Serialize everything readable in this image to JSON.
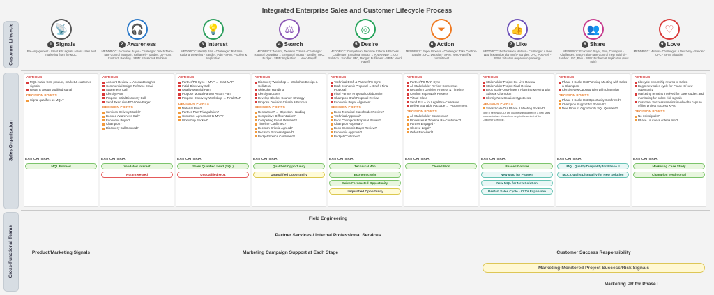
{
  "title": "Integrated Enterprise Sales and Customer Lifecycle Process",
  "bands": {
    "customer_lifecycle": "Customer Lifecycle",
    "sales_organization": "Sales Organization",
    "cross_functional": "Cross-Functional Teams"
  },
  "stages": [
    {
      "num": "1",
      "name": "Signals",
      "icon": "signal-tower-icon",
      "glyph": "📡",
      "color": "#555555",
      "desc": "Pre-engagement - Intent & fit signals across sales and marketing from the MQL."
    },
    {
      "num": "2",
      "name": "Awareness",
      "icon": "headset-person-icon",
      "glyph": "🎧",
      "color": "#2a78c8",
      "desc": "MEDDPICC: Economic Buyer - Challenger: Teach-Tailor-Take Control (Maintain, Reframe) - Sandler: Up-Front Contract, Bonding - SPIN: Situation & Problem"
    },
    {
      "num": "3",
      "name": "Interest",
      "icon": "lightbulb-icon",
      "glyph": "💡",
      "color": "#2e9f5e",
      "desc": "MEDDPICC: Identify Pain - Challenger: Reframe → Rational Drowning - Sandler: Pain - SPIN: Problem & Implication"
    },
    {
      "num": "4",
      "name": "Search",
      "icon": "scales-icon",
      "glyph": "⚖",
      "color": "#8a55b5",
      "desc": "MEDDPICC: Metrics, Decision Criteria - Challenger: Rational Drowning → Emotional Impact - Sandler: UFC, Budget - SPIN: Implication → Need-Payoff"
    },
    {
      "num": "5",
      "name": "Desire",
      "icon": "target-icon",
      "glyph": "◎",
      "color": "#25a35a",
      "desc": "MEDDPICC: Competition, Decision Criteria & Process - Challenger: Emotional Impact → A New Way → Our Solution - Sandler: UFC, Budget, Fulfillment - SPIN: Need-Payoff"
    },
    {
      "num": "6",
      "name": "Action",
      "icon": "funnel-icon",
      "glyph": "⏷",
      "color": "#ef7a22",
      "desc": "MEDDPICC: Paper Process - Challenger: Take Control - Sandler: UFC, Decision - SPIN: Need-Payoff & commitment"
    },
    {
      "num": "7",
      "name": "Like",
      "icon": "thumbs-up-icon",
      "glyph": "👍",
      "color": "#6b4fb8",
      "desc": "MEDDPICC: Performance Metrics - Challenger: A New Way (expansion planning) - Sandler: UFC, Post-Sell - SPIN: Situation (expansion planning)"
    },
    {
      "num": "8",
      "name": "Share",
      "icon": "people-share-icon",
      "glyph": "👥",
      "color": "#c63c8e",
      "desc": "MEDDPICC: Economic Buyer, Pain, Champion - Challenger: Teach-Tailor-Take Control (new insight) - Sandler: UFC, Pain - SPIN: Problem & Implication (new pain)"
    },
    {
      "num": "9",
      "name": "Love",
      "icon": "heart-icon",
      "glyph": "♡",
      "color": "#d93a3a",
      "desc": "MEDDPICC: Metrics - Challenger: A New Way - Sandler: UFC - SPIN: Situation"
    }
  ],
  "labels": {
    "actions": "ACTIONS",
    "decision_points": "DECISION POINTS",
    "exit_criteria": "EXIT CRITERIA"
  },
  "columns": [
    {
      "actions": [
        "MQL intake from product, market & customer signals",
        "Route & assign qualified signal"
      ],
      "decisions": [
        "Signal qualifies as MQL?"
      ],
      "note": ""
    },
    {
      "actions": [
        "Account Review → Account Insights",
        "Commercial Insight Reframe Email",
        "Awareness Call",
        "Identify Pain",
        "Propose Initial Discovery Call",
        "Send Executive POV One-Pager"
      ],
      "decisions": [
        "Services Delivery Model?",
        "Booked Awareness Call?",
        "Economic Buyer?",
        "Champion?",
        "Discovery Call Booked?"
      ],
      "note": ""
    },
    {
      "actions": [
        "Partner/PS Sync + MAP → Draft MAP",
        "Initial Discovery Call",
        "Qualify Material Pain",
        "Propose Mutual Partner Action Plan",
        "Propose Discovery Workshop → Final MAP"
      ],
      "decisions": [
        "Material Pain?",
        "Partner Pain Triangulation?",
        "Customer Agreement to MAP?",
        "Workshop Booked?"
      ],
      "note": ""
    },
    {
      "actions": [
        "Discovery Workshop → Workshop Design & Collateral",
        "Objection Handling",
        "Identify Blockers",
        "Develop Blocker Counter-Strategy",
        "Propose Decision Criteria & Process"
      ],
      "decisions": [
        "Resistance? → Objection Handling",
        "Competitive Differentiation?",
        "Compelling Event Identified?",
        "Timeline Confirmed?",
        "Decision Criteria Agreed?",
        "Decision Process Agreed?",
        "Budget Source Confirmed?"
      ],
      "note": ""
    },
    {
      "actions": [
        "Technical Draft & Partner/PS Sync",
        "Draft Economic Proposal → Draft / Final Proposal",
        "Final Partner Proposal Collaboration",
        "Champion Draft Proposal Review",
        "Economic Buyer Alignment"
      ],
      "decisions": [
        "Book Technical Stakeholder Review?",
        "Technical Approval?",
        "Book Champion Proposal Review?",
        "Champion Approval?",
        "Book Economic Buyer Review?",
        "Economic Approval?",
        "Budget Confirmed?"
      ],
      "note": ""
    },
    {
      "actions": [
        "Partner/PS MAP Sync",
        "All Stakeholder Review Consensus",
        "Reconfirm Decision Process & Timeline",
        "Confirm Paperwork Process",
        "Virtual Close",
        "Send EULA for Legal Pre-Clearance",
        "Deliver Signable Package → Procurement"
      ],
      "decisions": [
        "All Stakeholder Consensus?",
        "Processes & Timeline Re-Confirmed?",
        "Partner Engaged?",
        "Cleared Legal?",
        "Order Received?"
      ],
      "note": ""
    },
    {
      "actions": [
        "Stakeholder Project Go-Live Review",
        "Stakeholder Project Final Review",
        "Book Scale-Out/Phase II Planning Meeting with Sales & Champion",
        "Identify New Solution Hypothesis"
      ],
      "decisions": [
        "Sales Scale-Out Phase II Meeting Booked?"
      ],
      "note": "Note: The new MQLs are qualified/disqualified in a new sales process but are shown here only in the context of the Customer Lifecycle."
    },
    {
      "actions": [
        "Phase II Scale-Out Planning Meeting with Sales & Champion",
        "Identify New Opportunities with Champion"
      ],
      "decisions": [
        "Phase II Scale-Out Opportunity Confirmed?",
        "Champion Support for Phase II?",
        "New Product Opportunity SQL Qualified?"
      ],
      "note": ""
    },
    {
      "actions": [
        "Lifecycle ownership returns to Sales",
        "Begin new sales cycle for Phase II / new opportunity",
        "Marketing remains involved for case studies and monitoring for online risk signals",
        "Customer Success remains involved to capture offline project success KPIs"
      ],
      "decisions": [
        "No risk signals?",
        "Phase I success criteria met?"
      ],
      "note": ""
    }
  ],
  "exit_criteria": [
    [
      {
        "text": "MQL Formed",
        "style": "g"
      }
    ],
    [
      {
        "text": "Validated Interest",
        "style": "g"
      },
      {
        "text": "Not Interested",
        "style": "r"
      }
    ],
    [
      {
        "text": "Sales Qualified Lead (SQL)",
        "style": "g"
      },
      {
        "text": "Unqualified MQL",
        "style": "r"
      }
    ],
    [
      {
        "text": "Qualified Opportunity",
        "style": "g"
      },
      {
        "text": "Unqualified Opportunity",
        "style": "y"
      }
    ],
    [
      {
        "text": "Technical Win",
        "style": "g"
      },
      {
        "text": "Economic Win",
        "style": "g"
      },
      {
        "text": "Sales Forecasted Opportunity",
        "style": "g"
      },
      {
        "text": "Unqualified Opportunity",
        "style": "y"
      }
    ],
    [
      {
        "text": "Closed Won",
        "style": "g"
      }
    ],
    [
      {
        "text": "Phase I Go Live",
        "style": "g"
      },
      {
        "text": "New MQL for Phase II",
        "style": "t"
      },
      {
        "text": "New MQL for New Solution",
        "style": "t"
      },
      {
        "text": "Restart Sales Cycle - CLTV Expansion",
        "style": "t"
      }
    ],
    [
      {
        "text": "MQL Qualify/Disqualify for Phase II",
        "style": "t"
      },
      {
        "text": "MQL Qualify/Disqualify for New Solution",
        "style": "t"
      }
    ],
    [
      {
        "text": "Marketing Case Study",
        "style": "g"
      },
      {
        "text": "Champion Testimonial",
        "style": "g"
      }
    ]
  ],
  "cross_functional_bars": [
    {
      "text": "Field Engineering",
      "style": "g"
    },
    {
      "text": "Partner Services / Internal Professional Services",
      "style": "g"
    },
    {
      "text": "Product/Marketing Signals",
      "style": "g"
    },
    {
      "text": "Marketing Campaign Support at Each Stage",
      "style": "g"
    },
    {
      "text": "Customer Success Responsibility",
      "style": "g"
    },
    {
      "text": "Marketing-Monitored Project Success/Risk Signals",
      "style": "y"
    },
    {
      "text": "Marketing PR for Phase I",
      "style": "g"
    }
  ]
}
